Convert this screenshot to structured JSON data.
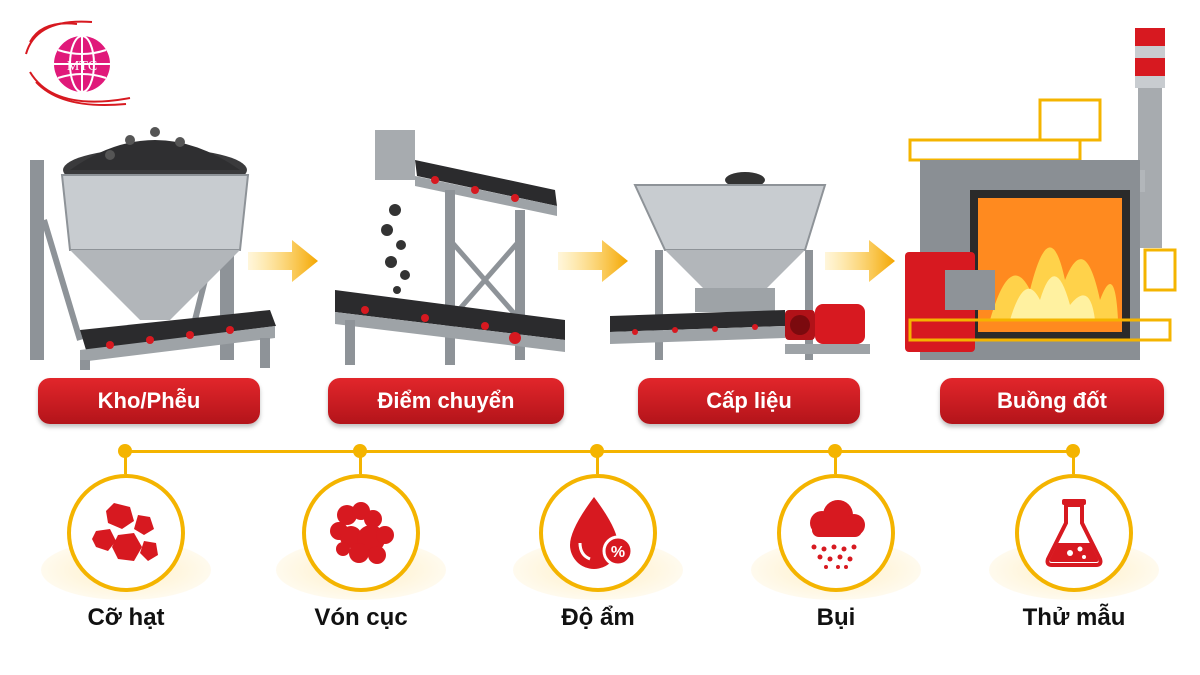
{
  "logo": {
    "text": "MTC"
  },
  "stages": [
    {
      "label": "Kho/Phễu",
      "icon": "hopper-storage-illustration"
    },
    {
      "label": "Điểm chuyển",
      "icon": "transfer-point-illustration"
    },
    {
      "label": "Cấp liệu",
      "icon": "feeder-illustration"
    },
    {
      "label": "Buồng đốt",
      "icon": "combustion-chamber-illustration"
    }
  ],
  "factors": [
    {
      "label": "Cỡ hạt",
      "icon": "particle-size-icon"
    },
    {
      "label": "Vón cục",
      "icon": "clumping-icon"
    },
    {
      "label": "Độ ẩm",
      "icon": "moisture-drop-icon",
      "badge": "%"
    },
    {
      "label": "Bụi",
      "icon": "dust-cloud-icon"
    },
    {
      "label": "Thử mẫu",
      "icon": "sample-flask-icon"
    }
  ],
  "colors": {
    "accent_red": "#d71920",
    "accent_yellow": "#f4b400"
  }
}
